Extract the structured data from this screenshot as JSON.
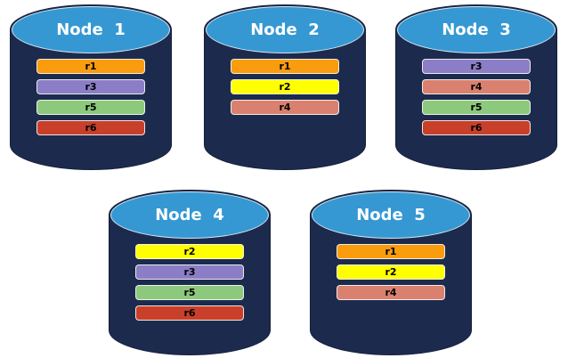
{
  "diagram": {
    "background": "#FFFFFF",
    "cylinder_body_color": "#1C2B4D",
    "cylinder_top_color": "#3598D3",
    "cylinder_top_border_color": "#E1EAEF",
    "title_text_color": "#FFFFFF",
    "bar_text_color": "#000000"
  },
  "replica_palette": {
    "r1": "#F99C0D",
    "r2": "#FFFF00",
    "r3": "#8B7EC6",
    "r4": "#D9816E",
    "r5": "#8DC97C",
    "r6": "#C8402A"
  },
  "nodes": [
    {
      "title": "Node  1",
      "replicas": [
        {
          "label": "r1",
          "color": "#F99C0D"
        },
        {
          "label": "r3",
          "color": "#8B7EC6"
        },
        {
          "label": "r5",
          "color": "#8DC97C"
        },
        {
          "label": "r6",
          "color": "#C8402A"
        }
      ]
    },
    {
      "title": "Node  2",
      "replicas": [
        {
          "label": "r1",
          "color": "#F99C0D"
        },
        {
          "label": "r2",
          "color": "#FFFF00"
        },
        {
          "label": "r4",
          "color": "#D9816E"
        }
      ]
    },
    {
      "title": "Node  3",
      "replicas": [
        {
          "label": "r3",
          "color": "#8B7EC6"
        },
        {
          "label": "r4",
          "color": "#D9816E"
        },
        {
          "label": "r5",
          "color": "#8DC97C"
        },
        {
          "label": "r6",
          "color": "#C8402A"
        }
      ]
    },
    {
      "title": "Node  4",
      "replicas": [
        {
          "label": "r2",
          "color": "#FFFF00"
        },
        {
          "label": "r3",
          "color": "#8B7EC6"
        },
        {
          "label": "r5",
          "color": "#8DC97C"
        },
        {
          "label": "r6",
          "color": "#C8402A"
        }
      ]
    },
    {
      "title": "Node  5",
      "replicas": [
        {
          "label": "r1",
          "color": "#F99C0D"
        },
        {
          "label": "r2",
          "color": "#FFFF00"
        },
        {
          "label": "r4",
          "color": "#D9816E"
        }
      ]
    }
  ]
}
